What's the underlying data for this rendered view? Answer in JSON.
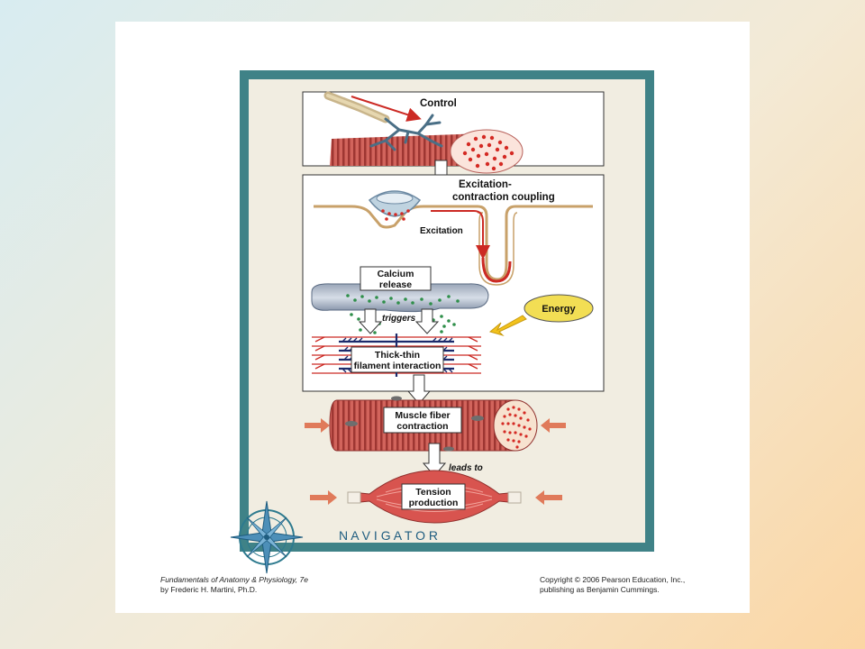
{
  "diagram": {
    "control_label": "Control",
    "ecc_label_line1": "Excitation-",
    "ecc_label_line2": "contraction coupling",
    "excitation_label": "Excitation",
    "calcium_release_line1": "Calcium",
    "calcium_release_line2": "release",
    "triggers_label": "triggers",
    "energy_label": "Energy",
    "thick_thin_line1": "Thick-thin",
    "thick_thin_line2": "filament interaction",
    "fiber_contraction_line1": "Muscle fiber",
    "fiber_contraction_line2": "contraction",
    "leads_to_label": "leads to",
    "tension_line1": "Tension",
    "tension_line2": "production",
    "navigator_label": "N A V I G A T O R"
  },
  "credits": {
    "book_title": "Fundamentals of Anatomy & Physiology, 7e",
    "author": "by Frederic H. Martini, Ph.D.",
    "copyright": "Copyright © 2006 Pearson Education, Inc.,",
    "publisher": "publishing as Benjamin Cummings."
  },
  "colors": {
    "frame_teal": "#3f8287",
    "panel_beige": "#f1ede1",
    "muscle_red": "#c8534f",
    "energy_yellow": "#f2de54",
    "filament_navy": "#1c2a6b",
    "calcium_green": "#2f8f4a"
  }
}
